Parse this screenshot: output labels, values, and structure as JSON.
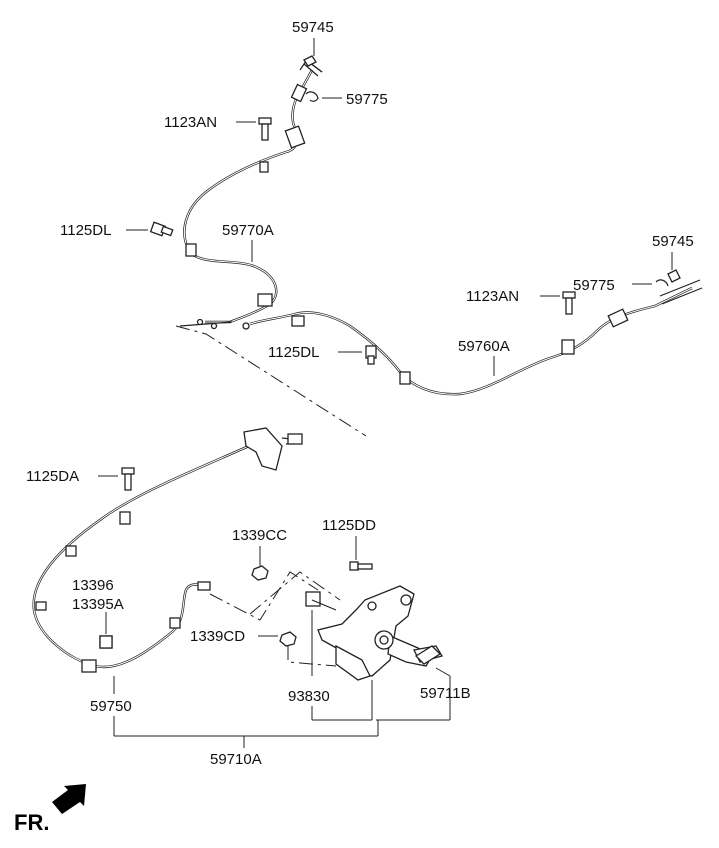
{
  "labels": {
    "p59745_top": "59745",
    "p59775_top": "59775",
    "p1123AN_top": "1123AN",
    "p1125DL_left": "1125DL",
    "p59770A": "59770A",
    "p59745_right": "59745",
    "p59775_right": "59775",
    "p1123AN_right": "1123AN",
    "p1125DL_mid": "1125DL",
    "p59760A": "59760A",
    "p1125DA": "1125DA",
    "p1339CC": "1339CC",
    "p1125DD": "1125DD",
    "p13396": "13396",
    "p13395A": "13395A",
    "p1339CD": "1339CD",
    "p93830": "93830",
    "p59711B": "59711B",
    "p59750": "59750",
    "p59710A": "59710A"
  },
  "direction": {
    "text": "FR.",
    "icon": "front-direction-arrow"
  }
}
